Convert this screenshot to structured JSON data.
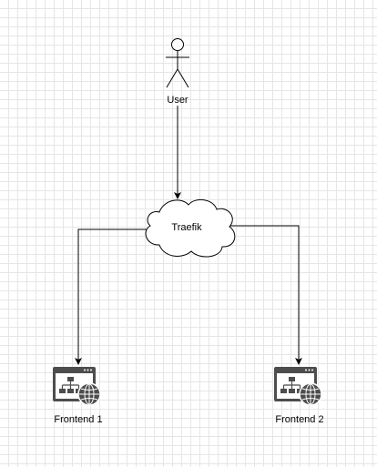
{
  "nodes": {
    "user": {
      "label": "User"
    },
    "traefik": {
      "label": "Traefik"
    },
    "frontend1": {
      "label": "Frontend 1"
    },
    "frontend2": {
      "label": "Frontend 2"
    }
  },
  "edges": [
    {
      "from": "user",
      "to": "traefik"
    },
    {
      "from": "traefik",
      "to": "frontend1"
    },
    {
      "from": "traefik",
      "to": "frontend2"
    }
  ],
  "icons": {
    "user": "stick-figure-icon",
    "frontend": "web-app-icon"
  },
  "colors": {
    "stroke": "#000000",
    "icon": "#4d4d4d",
    "grid": "#e6e6e6",
    "background": "#ffffff"
  }
}
